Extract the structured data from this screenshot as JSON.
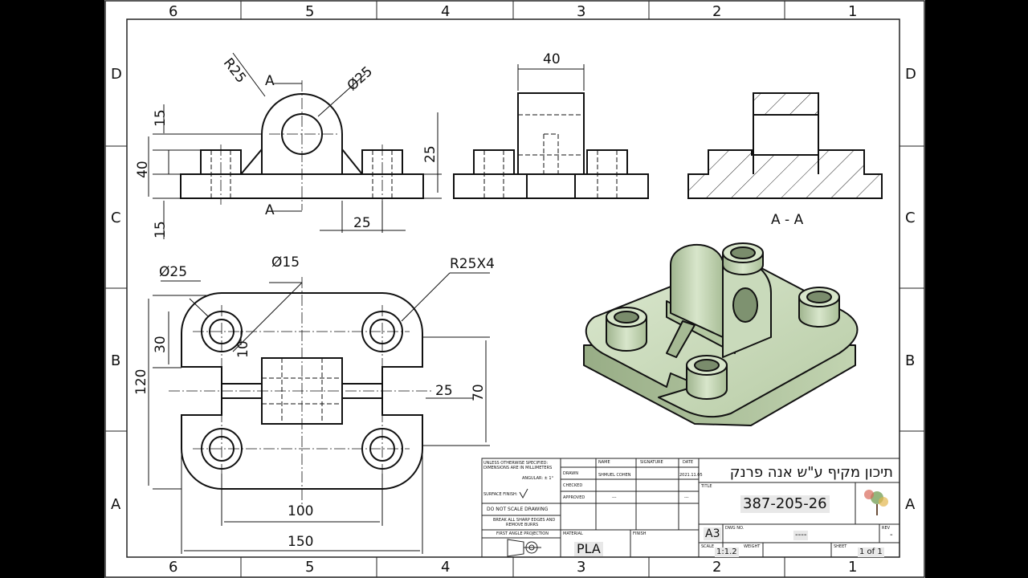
{
  "zones": {
    "columns": [
      "6",
      "5",
      "4",
      "3",
      "2",
      "1"
    ],
    "rows": [
      "D",
      "C",
      "B",
      "A"
    ]
  },
  "front_view": {
    "dims": {
      "r25": "R25",
      "dia25": "Ø25",
      "h15_top": "15",
      "h40": "40",
      "h15_bottom": "15",
      "h25": "25",
      "w25": "25"
    },
    "section_mark": "A"
  },
  "side_view": {
    "dims": {
      "w40": "40"
    }
  },
  "section_view": {
    "label": "A - A"
  },
  "top_view": {
    "dims": {
      "dia25": "Ø25",
      "dia15": "Ø15",
      "r25x4": "R25X4",
      "v30": "30",
      "v10": "10",
      "v120": "120",
      "h25": "25",
      "v70": "70",
      "w100": "100",
      "w150": "150"
    }
  },
  "title_block": {
    "notes": {
      "line1": "UNLESS OTHERWISE SPECIFIED:",
      "line2": "DIMENSIONS ARE IN MILLIMETERS",
      "angular": "ANGULAR: ± 1°",
      "surface_finish": "SURFACE FINISH:",
      "no_scale": "DO NOT SCALE DRAWING",
      "break_edges_1": "BREAK ALL SHARP EDGES AND",
      "break_edges_2": "REMOVE BURRS",
      "projection": "FIRST ANGLE PROJECTION"
    },
    "table": {
      "h_name": "NAME",
      "h_signature": "SIGNATURE",
      "h_date": "DATE",
      "drawn": "DRAWN",
      "drawn_name": "SHMUEL COHEN",
      "drawn_date": "2021.11.05",
      "checked": "CHECKED",
      "approved": "APPROVED",
      "approved_name": "---",
      "approved_date": "---"
    },
    "material_label": "MATERIAL",
    "material": "PLA",
    "finish_label": "FINISH",
    "title_hebrew": "תיכון מקיף ע\"ש אנה פרנק",
    "title_label": "TITLE",
    "part_number": "387-205-26",
    "size": "A3",
    "dwg_label": "DWG NO.",
    "dwg_no": "----",
    "rev_label": "REV",
    "rev": "-",
    "scale_label": "SCALE",
    "scale": "1:1.2",
    "weight_label": "WEIGHT",
    "sheet_label": "SHEET",
    "sheet": "1 of 1"
  }
}
